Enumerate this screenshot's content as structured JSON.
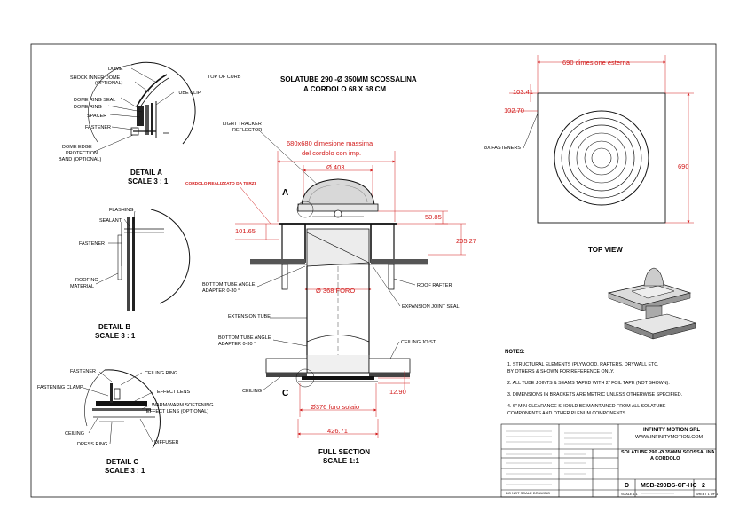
{
  "colors": {
    "ink": "#111111",
    "dimension": "#d21a1a",
    "paper": "#ffffff"
  },
  "detail_a": {
    "title": "DETAIL A",
    "scale": "SCALE 3 : 1",
    "labels": {
      "dome": "DOME",
      "shock_inner_dome": "SHOCK INNER DOME",
      "optional": "(OPTIONAL)",
      "dome_ring_seal": "DOME RING SEAL",
      "dome_ring": "DOME RING",
      "spacer": "SPACER",
      "fastener": "FASTENER",
      "tube_clip": "TUBE CLIP",
      "edge_line1": "DOME EDGE",
      "edge_line2": "PROTECTION",
      "edge_line3": "BAND (OPTIONAL)"
    }
  },
  "detail_b": {
    "title": "DETAIL B",
    "scale": "SCALE 3 : 1",
    "labels": {
      "flashing": "FLASHING",
      "sealant": "SEALANT",
      "fastener": "FASTENER",
      "roofing_line1": "ROOFING",
      "roofing_line2": "MATERIAL"
    }
  },
  "detail_c": {
    "title": "DETAIL C",
    "scale": "SCALE 3 : 1",
    "labels": {
      "fastener": "FASTENER",
      "ceiling_ring": "CEILING RING",
      "fastening_clamp": "FASTENING CLAMP",
      "effect_lens": "EFFECT LENS",
      "warm_line1": "WARM/WARM SOFTENING",
      "warm_line2": "EFFECT LENS (OPTIONAL)",
      "ceiling": "CEILING",
      "dress_ring": "DRESS RING",
      "diffuser": "DIFFUSER"
    }
  },
  "section": {
    "top_of_curb": "TOP OF CURB",
    "title_line1": "SOLATUBE 290 -Ø 350MM SCOSSALINA",
    "title_line2": "A CORDOLO 68 X 68 CM",
    "light_tracker_line1": "LIGHT TRACKER",
    "light_tracker_line2": "REFLECTOR",
    "dim_680_line1": "680x680 dimesione massima",
    "dim_680_line2": "del cordolo con imp.",
    "dim_403": "Ø 403",
    "cordolo_note": "CORDOLO REALIZZATO DA TERZI",
    "marker_a": "A",
    "marker_c": "C",
    "dim_50_85": "50.85",
    "dim_101_65": "101.65",
    "dim_205_27": "205.27",
    "bottom_adapter_line1": "BOTTOM TUBE ANGLE",
    "bottom_adapter_line2": "ADAPTER 0-30 °",
    "dim_368": "Ø 368 FORO",
    "roof_rafter": "ROOF RAFTER",
    "expansion_joint": "EXPANSION JOINT SEAL",
    "extension_tube": "EXTENSION TUBE",
    "bottom_adapter2_line1": "BOTTOM TUBE ANGLE",
    "bottom_adapter2_line2": "ADAPTER 0-30 °",
    "ceiling_joist": "CEILING JOIST",
    "ceiling": "CEILING",
    "dim_12_90": "12.90",
    "dim_376": "Ø376 foro solaio",
    "dim_426_71": "426.71",
    "full_section_line1": "FULL SECTION",
    "full_section_line2": "SCALE 1:1"
  },
  "top_view": {
    "dim_690_outer": "690 dimesione esterna",
    "dim_103_41": "103.41",
    "dim_102_70": "102.70",
    "fasteners": "8X FASTENERS",
    "dim_690_side": "690",
    "title": "TOP VIEW"
  },
  "notes": {
    "heading": "NOTES:",
    "items": [
      "1.  STRUCTURAL ELEMENTS (PLYWOOD, RAFTERS, DRYWALL ETC.",
      "     BY OTHERS & SHOWN FOR REFERENCE ONLY.",
      "2.  ALL TUBE JOINTS & SEAMS TAPED WITH 2\" FOIL TAPE (NOT SHOWN).",
      "3.  DIMENSIONS IN BRACKETS ARE METRIC UNLESS OTHERWISE SPECIFIED.",
      "4.  6\" MIN CLEARANCE SHOULD BE MAINTAINED FROM ALL SOLATUBE",
      "     COMPONENTS AND OTHER PLENUM COMPONENTS."
    ]
  },
  "title_block": {
    "company": "INFINITY MOTION SRL",
    "website": "WWW.INFINITYMOTION.COM",
    "dwg_title_line1": "SOLATUBE 290 -Ø 350MM SCOSSALINA",
    "dwg_title_line2": "A CORDOLO",
    "size": "D",
    "dwg_no": "MSB-290DS-CF-HC",
    "rev": "2",
    "scale_label": "SCALE 1:1",
    "sheet": "SHEET 1 OF 1",
    "footer_note": "DO NOT SCALE DRAWING"
  }
}
